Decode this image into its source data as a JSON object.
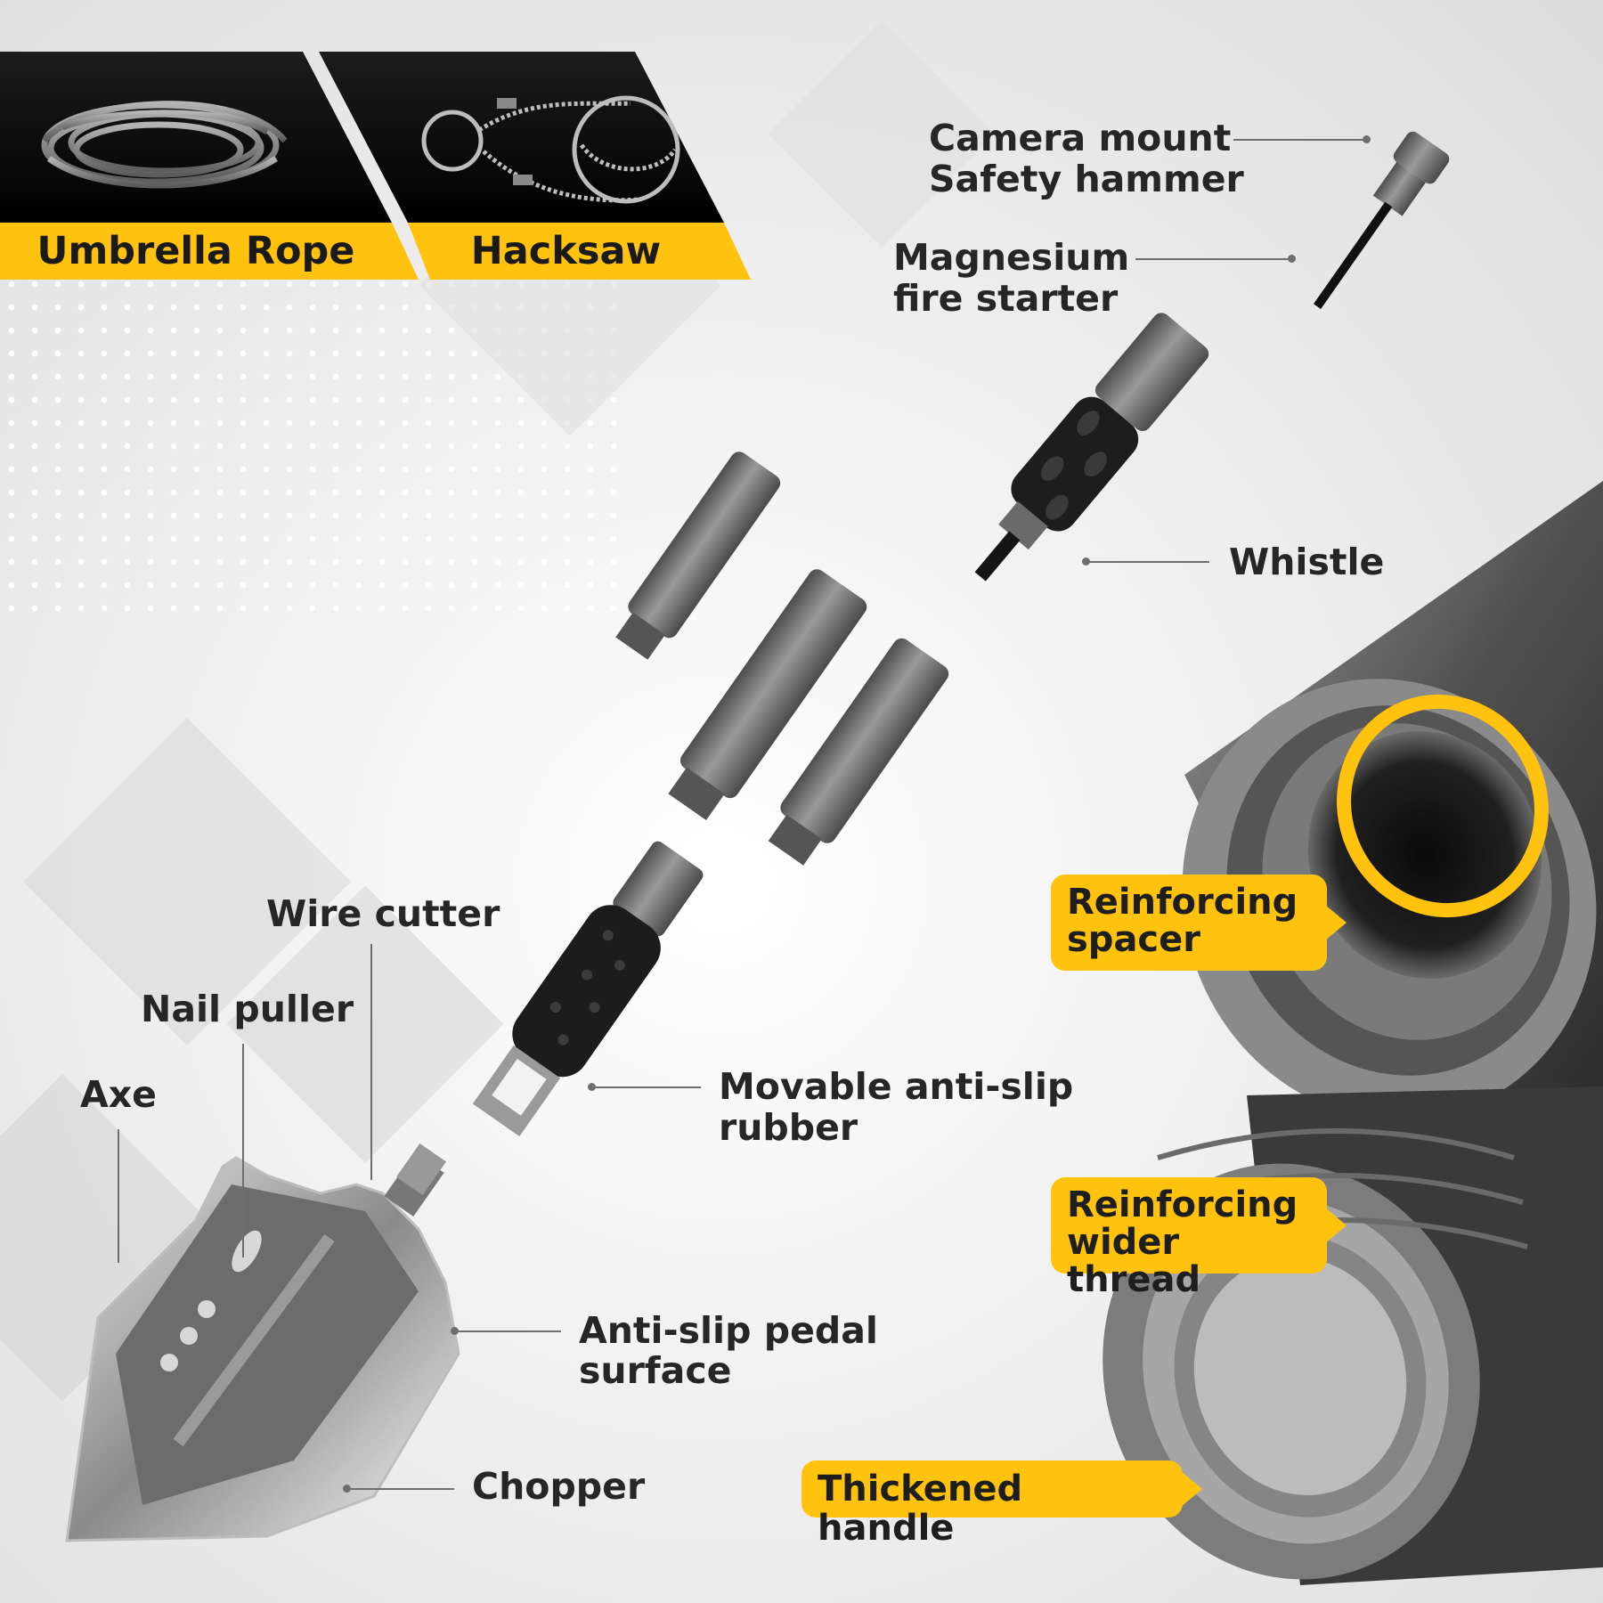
{
  "banners": {
    "rope_label": "Umbrella Rope",
    "saw_label": "Hacksaw"
  },
  "labels": {
    "camera_mount": "Camera mount",
    "safety_hammer": "Safety hammer",
    "magnesium_line1": "Magnesium",
    "magnesium_line2": "fire starter",
    "whistle": "Whistle",
    "wire_cutter": "Wire cutter",
    "nail_puller": "Nail puller",
    "axe": "Axe",
    "rubber_line1": "Movable anti-slip",
    "rubber_line2": "rubber",
    "pedal_line1": "Anti-slip pedal",
    "pedal_line2": "surface",
    "chopper": "Chopper"
  },
  "callouts": {
    "spacer_line1": "Reinforcing",
    "spacer_line2": "spacer",
    "thread_line1": "Reinforcing",
    "thread_line2": "wider thread",
    "handle": "Thickened handle"
  },
  "colors": {
    "accent": "#ffc20e",
    "banner_dark": "#000000",
    "text": "#262626",
    "metal": "#7a7a7a"
  }
}
